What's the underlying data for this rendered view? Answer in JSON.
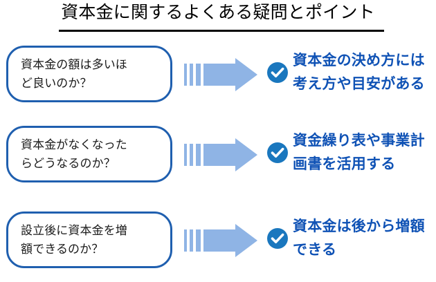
{
  "header": {
    "title": "資本金に関するよくある疑問とポイント",
    "rule_color": "#000000"
  },
  "colors": {
    "box_border": "#1F5FAF",
    "arrow_fill": "#8FB4E5",
    "check_circle": "#1A77BE",
    "check_mark": "#FFFFFF",
    "answer_text": "#0F52B5",
    "question_text": "#1A1A1A",
    "background": "#FFFFFF"
  },
  "icons": {
    "arrow": "arrow-right-icon",
    "check": "check-circle-icon"
  },
  "rows": [
    {
      "question": "資本金の額は多いほ\nど良いのか？",
      "answer": "資本金の決め方には\n考え方や目安がある"
    },
    {
      "question": "資本金がなくなった\nらどうなるのか？",
      "answer": "資金繰り表や事業計\n画書を活用する"
    },
    {
      "question": "設立後に資本金を増\n額できるのか？",
      "answer": "資本金は後から増額\nできる"
    }
  ]
}
